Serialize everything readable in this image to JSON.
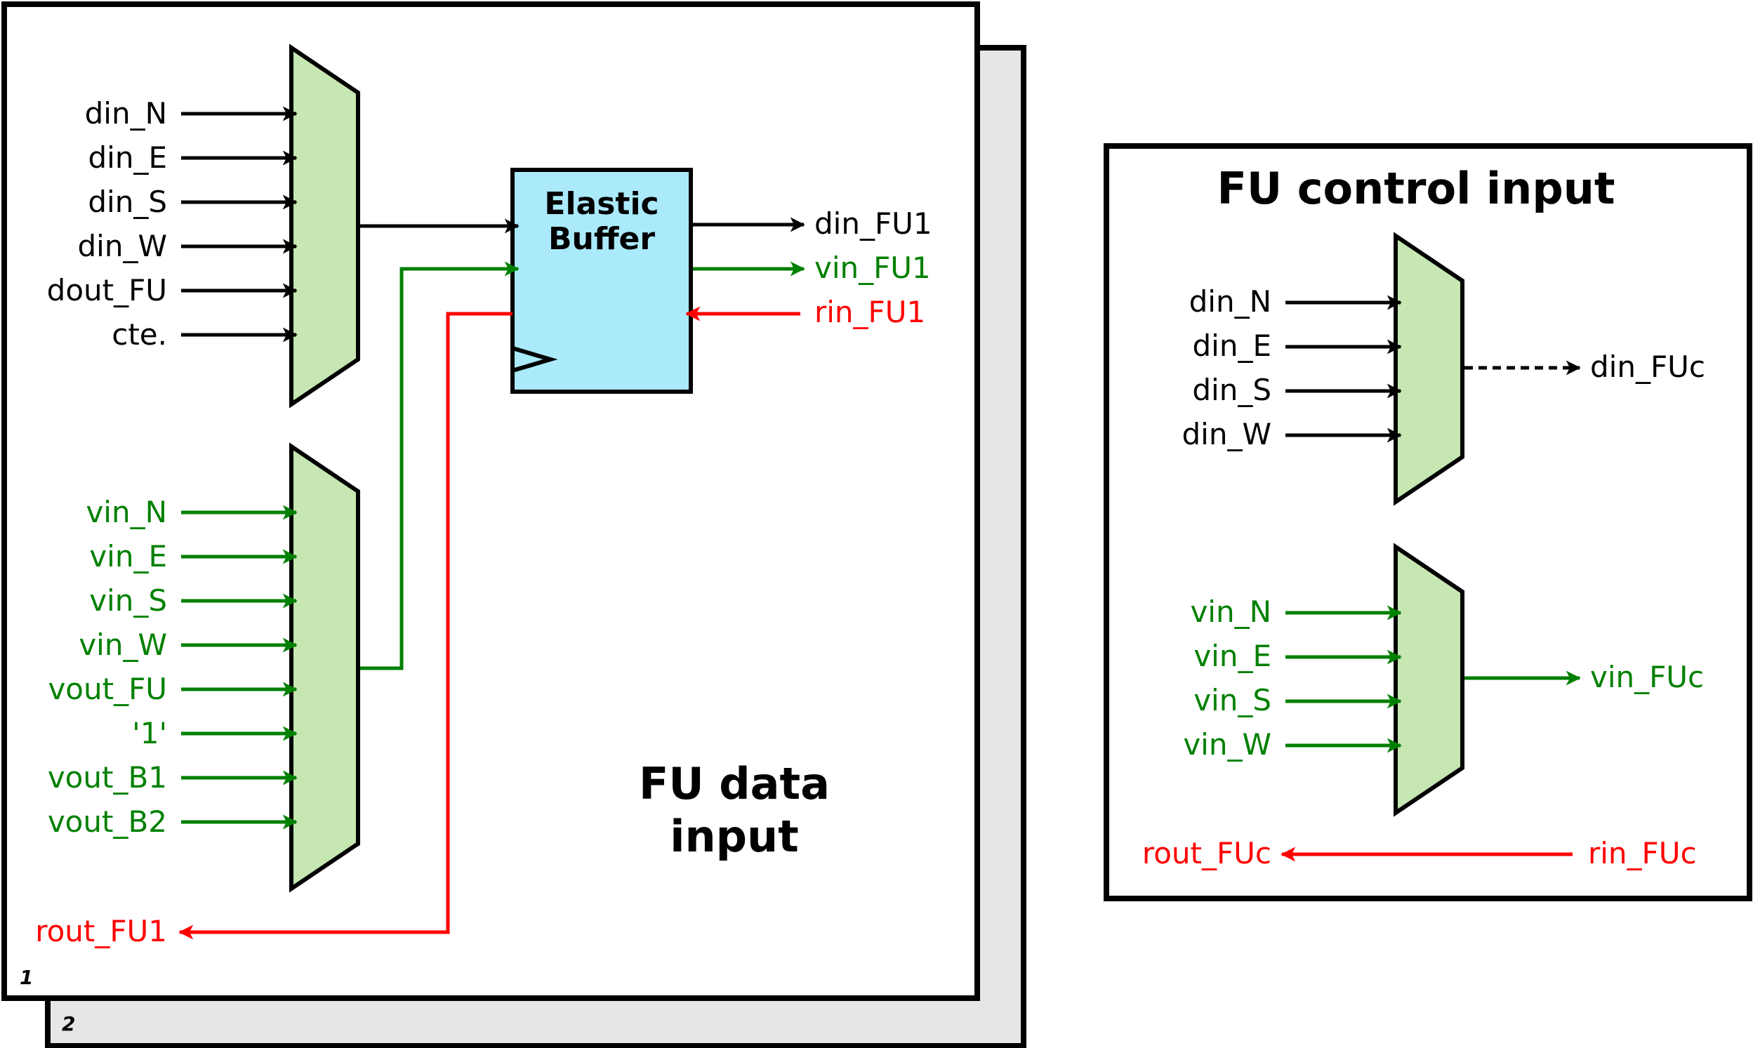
{
  "colors": {
    "black": "#000000",
    "green": "#008000",
    "red": "#ff0000",
    "mux_fill": "#c6e6b2",
    "buffer_fill": "#aaeafb",
    "back_page_fill": "#e6e6e6"
  },
  "data_block": {
    "title_line1": "FU data",
    "title_line2": "input",
    "page_front": "1",
    "page_back": "2",
    "mux_data_inputs": [
      "din_N",
      "din_E",
      "din_S",
      "din_W",
      "dout_FU",
      "cte."
    ],
    "mux_valid_inputs": [
      "vin_N",
      "vin_E",
      "vin_S",
      "vin_W",
      "vout_FU",
      "'1'",
      "vout_B1",
      "vout_B2"
    ],
    "buffer_line1": "Elastic",
    "buffer_line2": "Buffer",
    "out_data": "din_FU1",
    "out_valid": "vin_FU1",
    "in_ready": "rin_FU1",
    "out_ready": "rout_FU1"
  },
  "control_block": {
    "title": "FU control input",
    "mux_data_inputs": [
      "din_N",
      "din_E",
      "din_S",
      "din_W"
    ],
    "mux_valid_inputs": [
      "vin_N",
      "vin_E",
      "vin_S",
      "vin_W"
    ],
    "out_data": "din_FUc",
    "out_valid": "vin_FUc",
    "in_ready": "rin_FUc",
    "out_ready": "rout_FUc"
  }
}
